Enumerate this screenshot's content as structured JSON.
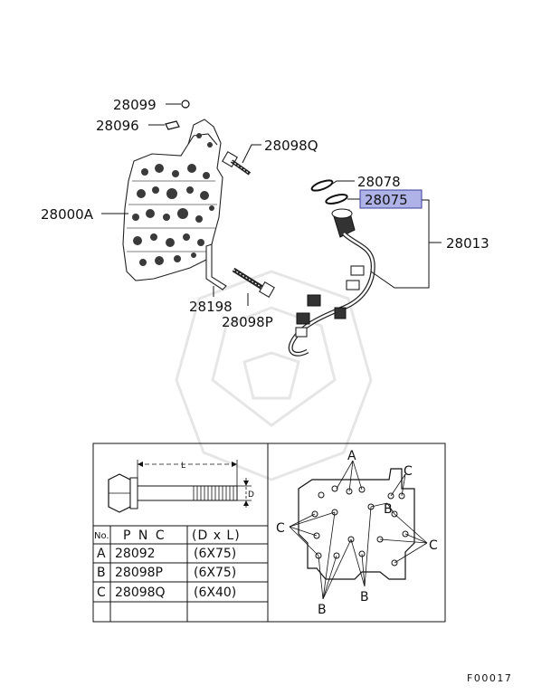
{
  "colors": {
    "highlight_fill": "#aeb2e6",
    "highlight_stroke": "#3a3f9a",
    "line": "#111111"
  },
  "callouts": {
    "p28099": "28099",
    "p28096": "28096",
    "p28098q": "28098Q",
    "p28000a": "28000A",
    "p28078": "28078",
    "p28075": "28075",
    "p28013": "28013",
    "p28198": "28198",
    "p28098p": "28098P"
  },
  "bolt_detail": {
    "dim_l": "L",
    "dim_d": "D"
  },
  "table": {
    "headers": [
      "No.",
      "P N C",
      "(D x L)"
    ],
    "rows": [
      {
        "no": "A",
        "pnc": "28092",
        "size": "(6X75)"
      },
      {
        "no": "B",
        "pnc": "28098P",
        "size": "(6X75)"
      },
      {
        "no": "C",
        "pnc": "28098Q",
        "size": "(6X40)"
      }
    ]
  },
  "plate_labels": {
    "a_top": "A",
    "c_top_right": "C",
    "b_right": "B",
    "c_left": "C",
    "c_right": "C",
    "b_bottom_left": "B",
    "b_bottom_mid": "B"
  },
  "figure_code": "F00017"
}
